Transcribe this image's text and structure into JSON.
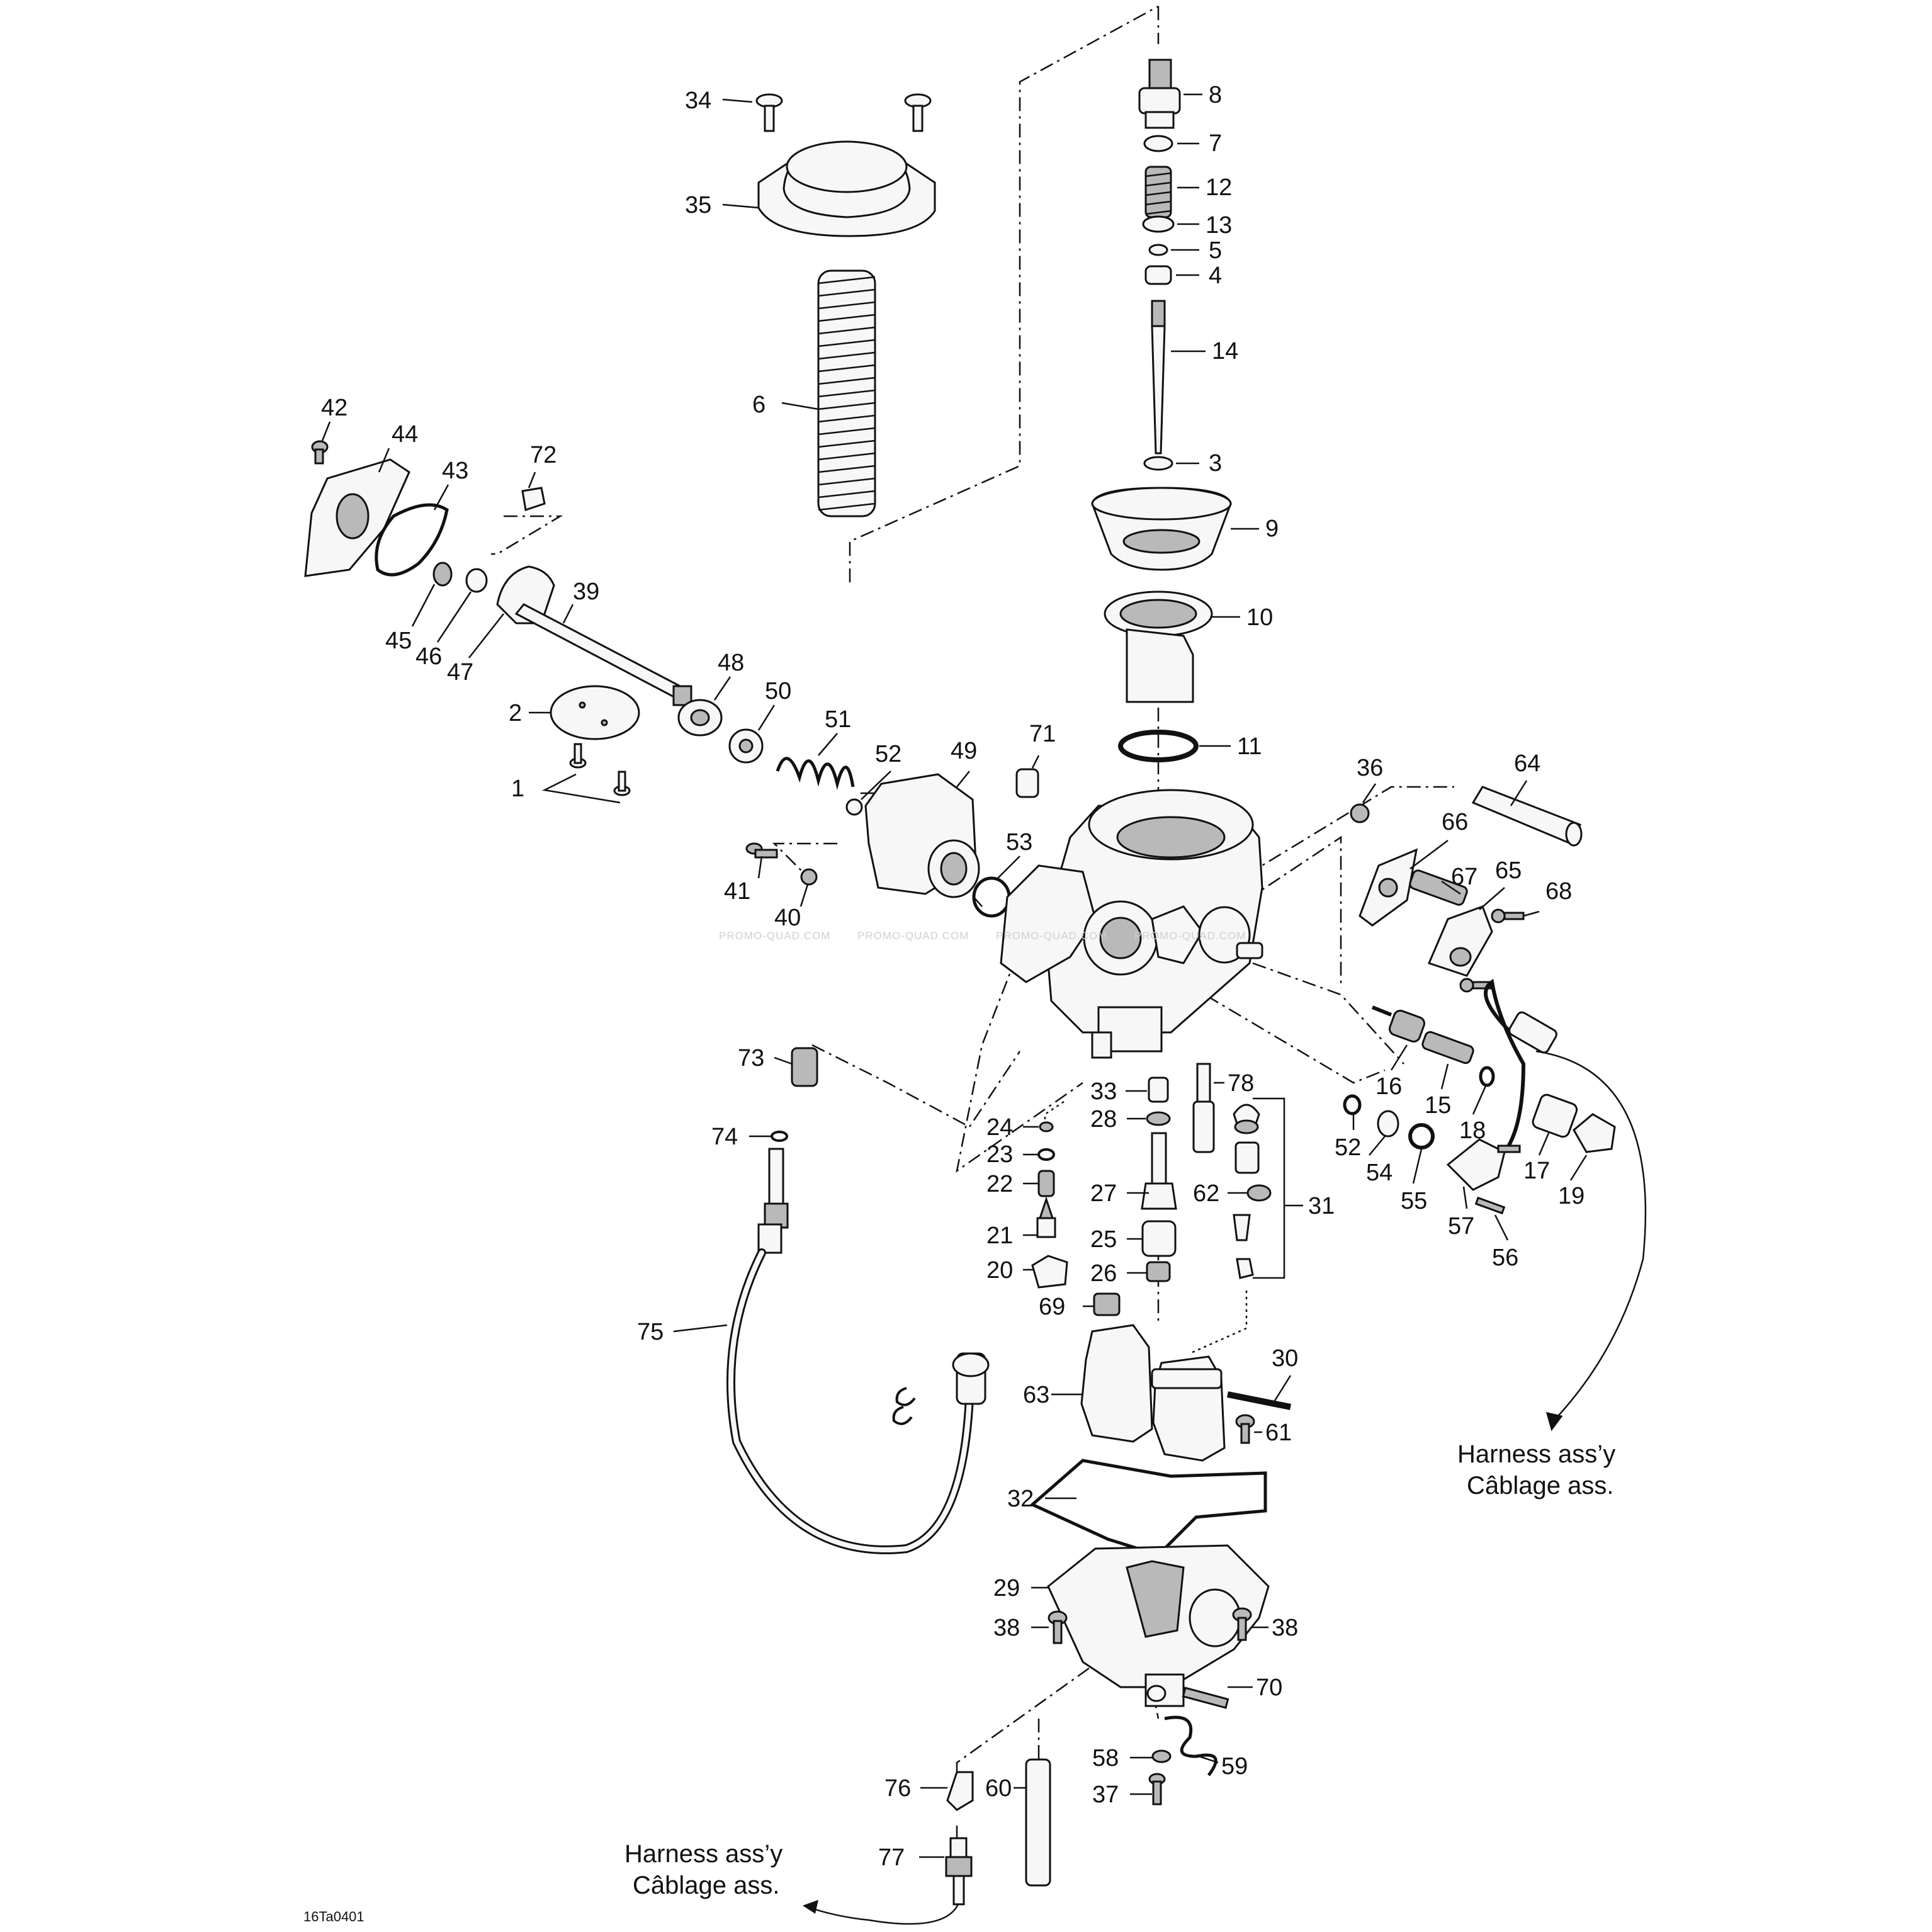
{
  "labels": {
    "p1": "1",
    "p2": "2",
    "p3": "3",
    "p4": "4",
    "p5": "5",
    "p6": "6",
    "p7": "7",
    "p8": "8",
    "p9": "9",
    "p10": "10",
    "p11": "11",
    "p12": "12",
    "p13": "13",
    "p14": "14",
    "p15": "15",
    "p16": "16",
    "p17": "17",
    "p18": "18",
    "p19": "19",
    "p20": "20",
    "p21": "21",
    "p22": "22",
    "p23": "23",
    "p24": "24",
    "p25": "25",
    "p26": "26",
    "p27": "27",
    "p28": "28",
    "p29": "29",
    "p30": "30",
    "p31": "31",
    "p32": "32",
    "p33": "33",
    "p34": "34",
    "p35": "35",
    "p36": "36",
    "p37": "37",
    "p38": "38",
    "p39": "39",
    "p40": "40",
    "p41": "41",
    "p42": "42",
    "p43": "43",
    "p44": "44",
    "p45": "45",
    "p46": "46",
    "p47": "47",
    "p48": "48",
    "p49": "49",
    "p50": "50",
    "p51": "51",
    "p52": "52",
    "p53": "53",
    "p54": "54",
    "p55": "55",
    "p56": "56",
    "p57": "57",
    "p58": "58",
    "p59": "59",
    "p60": "60",
    "p61": "61",
    "p62": "62",
    "p63": "63",
    "p64": "64",
    "p65": "65",
    "p66": "66",
    "p67": "67",
    "p68": "68",
    "p69": "69",
    "p70": "70",
    "p71": "71",
    "p72": "72",
    "p73": "73",
    "p74": "74",
    "p75": "75",
    "p76": "76",
    "p77": "77",
    "p78": "78"
  },
  "captions": {
    "harness_right_line1": "Harness ass’y",
    "harness_right_line2": "Câblage ass.",
    "harness_left_line1": "Harness ass’y",
    "harness_left_line2": "Câblage ass."
  },
  "figure_code": "16Ta0401",
  "watermark": "PROMO-QUAD.COM"
}
